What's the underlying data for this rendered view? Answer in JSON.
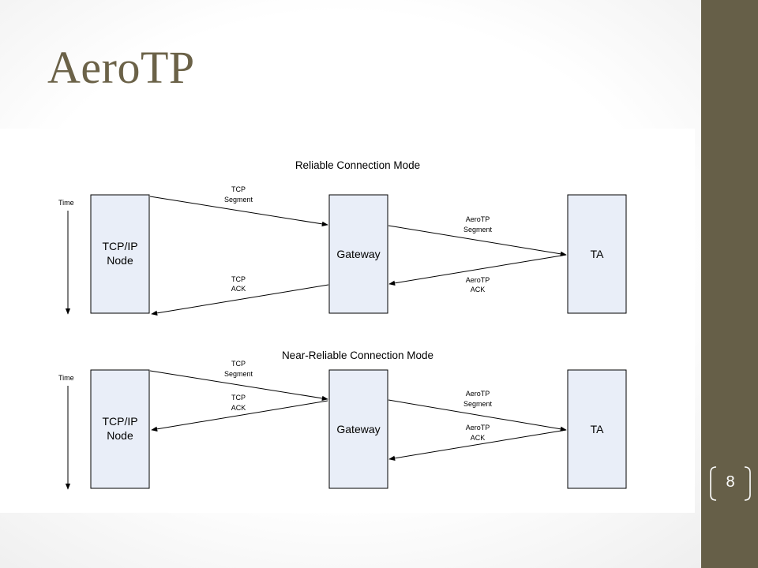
{
  "slide": {
    "title": "AeroTP",
    "page_number": "8"
  },
  "colors": {
    "band": "#665f48",
    "title": "#6b6248",
    "box_fill": "#e9eef8"
  },
  "diagram": {
    "reliable": {
      "title": "Reliable Connection Mode",
      "time_label": "Time",
      "node_left": [
        "TCP/IP",
        "Node"
      ],
      "node_mid": "Gateway",
      "node_right": "TA",
      "msg_tcp_segment": [
        "TCP",
        "Segment"
      ],
      "msg_aerotp_segment": [
        "AeroTP",
        "Segment"
      ],
      "msg_tcp_ack": [
        "TCP",
        "ACK"
      ],
      "msg_aerotp_ack": [
        "AeroTP",
        "ACK"
      ]
    },
    "near_reliable": {
      "title": "Near-Reliable Connection Mode",
      "time_label": "Time",
      "node_left": [
        "TCP/IP",
        "Node"
      ],
      "node_mid": "Gateway",
      "node_right": "TA",
      "msg_tcp_segment": [
        "TCP",
        "Segment"
      ],
      "msg_tcp_ack": [
        "TCP",
        "ACK"
      ],
      "msg_aerotp_segment": [
        "AeroTP",
        "Segment"
      ],
      "msg_aerotp_ack": [
        "AeroTP",
        "ACK"
      ]
    }
  }
}
